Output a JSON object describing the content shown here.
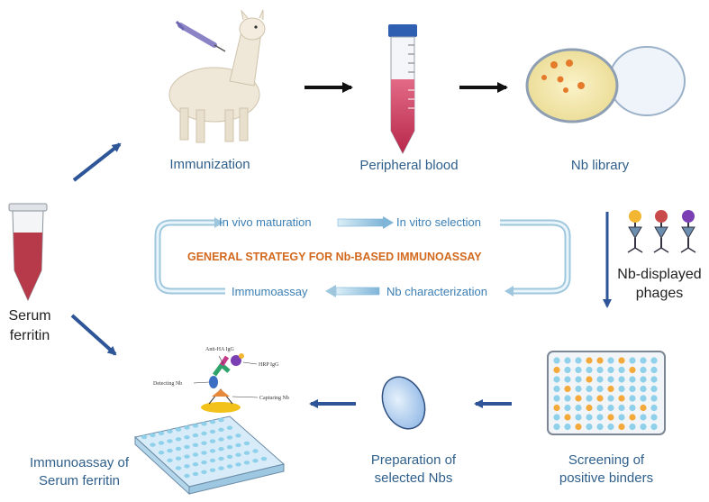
{
  "title": "GENERAL STRATEGY FOR Nb-BASED IMMUNOASSAY",
  "steps": {
    "immunization": "Immunization",
    "peripheral_blood": "Peripheral blood",
    "nb_library": "Nb library",
    "nb_phages_1": "Nb-displayed",
    "nb_phages_2": "phages",
    "screening_1": "Screening of",
    "screening_2": "positive binders",
    "preparation_1": "Preparation of",
    "preparation_2": "selected Nbs",
    "immunoassay_1": "Immunoassay of",
    "immunoassay_2": "Serum ferritin",
    "serum_1": "Serum",
    "serum_2": "ferritin"
  },
  "cycle": {
    "in_vivo": "In vivo maturation",
    "in_vitro": "In vitro selection",
    "immumoassay": "Immumoassay",
    "nb_characterization": "Nb characterization"
  },
  "assay_labels": {
    "anti_ha": "Anti-HA IgG",
    "hrp": "HRP IgG",
    "detecting": "Detecting Nb",
    "capturing": "Capturing Nb"
  },
  "colors": {
    "arrow_blue": "#2e5597",
    "text_blue": "#2f5f8a",
    "cycle_text": "#3b7fb5",
    "title_orange": "#d2691e",
    "blood_red": "#c8385a",
    "well_blue": "#8fd0ea",
    "well_orange": "#f4a93b"
  },
  "icons": [
    "alpaca-icon",
    "syringe-icon",
    "centrifuge-tube-icon",
    "petri-dish-icon",
    "phage-icon",
    "microplate-icon",
    "ellipse-nb-icon",
    "eppendorf-tube-icon",
    "elisa-plate-icon"
  ]
}
